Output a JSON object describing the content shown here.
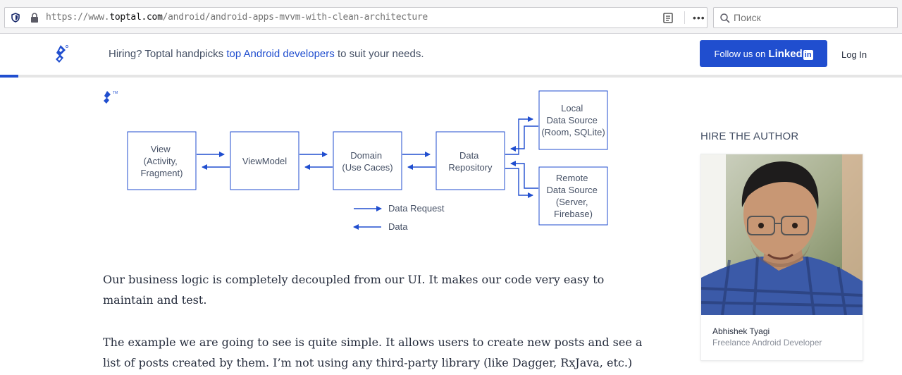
{
  "browser": {
    "url_prefix": "https://www.",
    "url_host": "toptal.com",
    "url_path": "/android/android-apps-mvvm-with-clean-architecture",
    "search_placeholder": "Поиск",
    "more_label": "•••"
  },
  "header": {
    "hiring_prefix": "Hiring? Toptal handpicks ",
    "hiring_link": "top Android developers",
    "hiring_suffix": " to suit your needs.",
    "follow_label": "Follow us on",
    "follow_brand": "Linked",
    "follow_brand_box": "in",
    "login_label": "Log In",
    "reading_progress": 0.02
  },
  "diagram": {
    "boxes": {
      "view": [
        "View",
        "(Activity,",
        "Fragment)"
      ],
      "viewmodel": [
        "ViewModel"
      ],
      "domain": [
        "Domain",
        "(Use Caces)"
      ],
      "repository": [
        "Data",
        "Repository"
      ],
      "local": [
        "Local",
        "Data Source",
        "(Room, SQLite)"
      ],
      "remote": [
        "Remote",
        "Data Source",
        "(Server,",
        "Firebase)"
      ]
    },
    "legend": {
      "request": "Data Request",
      "data": "Data"
    },
    "accent": "#204ecf"
  },
  "article": {
    "para1": "Our business logic is completely decoupled from our UI. It makes our code very easy to maintain and test.",
    "para2": "The example we are going to see is quite simple. It allows users to create new posts and see a list of posts created by them. I’m not using any third-party library (like Dagger, RxJava, etc.) in this"
  },
  "sidebar": {
    "hire_title": "HIRE THE AUTHOR",
    "author_name": "Abhishek Tyagi",
    "author_role": "Freelance Android Developer"
  },
  "colors": {
    "brand": "#204ecf",
    "text": "#262d3d"
  }
}
